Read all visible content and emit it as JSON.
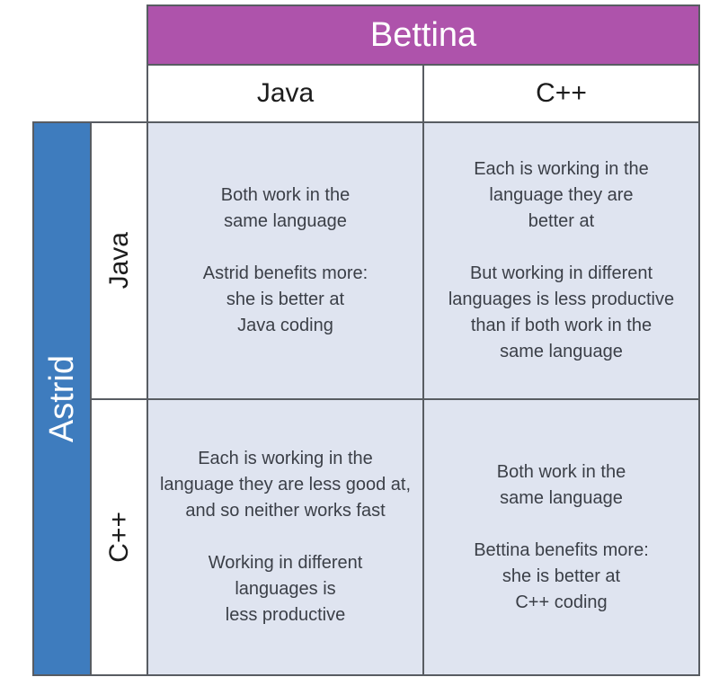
{
  "colors": {
    "column_banner": "#AE53AB",
    "row_banner": "#3E7CBE",
    "cell_bg": "#DFE4F0",
    "grid_border": "#585C62",
    "cell_text": "#3B3F47",
    "header_text": "#1C1C1C",
    "banner_text": "#FFFFFF"
  },
  "matrix": {
    "column_player": "Bettina",
    "row_player": "Astrid",
    "column_options": [
      "Java",
      "C++"
    ],
    "row_options": [
      "Java",
      "C++"
    ],
    "cells": [
      [
        "Both work in the\nsame language\n\nAstrid benefits more:\nshe is better at\nJava coding",
        "Each is working in the\nlanguage they are\nbetter at\n\nBut working in different\nlanguages is less productive\nthan if both work in the\nsame language"
      ],
      [
        "Each is working in the\nlanguage they are less good at,\nand so neither works fast\n\nWorking in different\nlanguages is\nless productive",
        "Both work in the\nsame language\n\nBettina benefits more:\nshe is better at\nC++ coding"
      ]
    ]
  }
}
